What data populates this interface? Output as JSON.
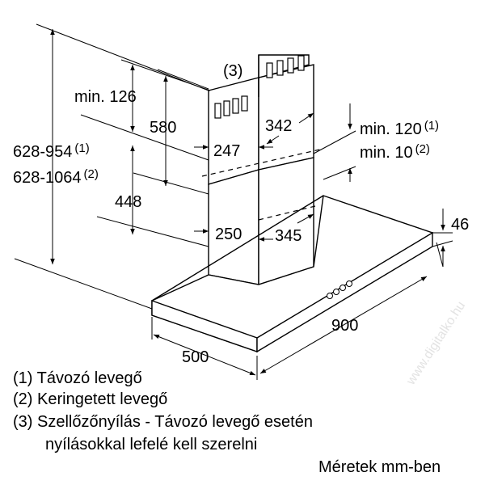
{
  "labels": {
    "hole_note": "(3)",
    "min126": "min. 126",
    "d580": "580",
    "d342": "342",
    "d247": "247",
    "h_range_label": "628-954",
    "h_range_ref": "(1)",
    "h_range2_label": "628-1064",
    "h_range2_ref": "(2)",
    "d448": "448",
    "d250": "250",
    "d345": "345",
    "min120_label": "min. 120",
    "min120_ref": "(1)",
    "min10_label": "min. 10",
    "min10_ref": "(2)",
    "d46": "46",
    "d900": "900",
    "d500": "500"
  },
  "legend": [
    "(1) Távozó levegő",
    "(2) Keringetett levegő",
    "(3) Szellőzőnyílás - Távozó levegő esetén",
    "nyílásokkal lefelé kell szerelni"
  ],
  "units_note": "Méretek mm-ben",
  "watermark": "www.digitalko.hu"
}
